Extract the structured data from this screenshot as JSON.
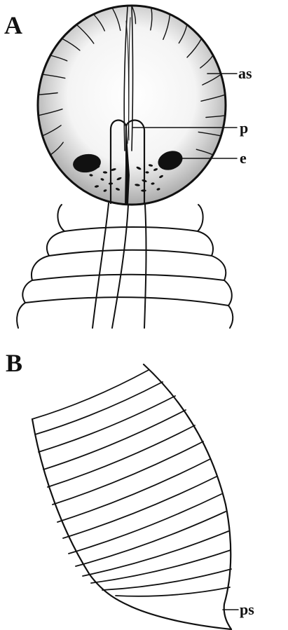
{
  "panels": [
    {
      "letter": "A"
    },
    {
      "letter": "B"
    }
  ],
  "labels": {
    "as": "as",
    "p": "p",
    "e": "e",
    "ps": "ps"
  }
}
